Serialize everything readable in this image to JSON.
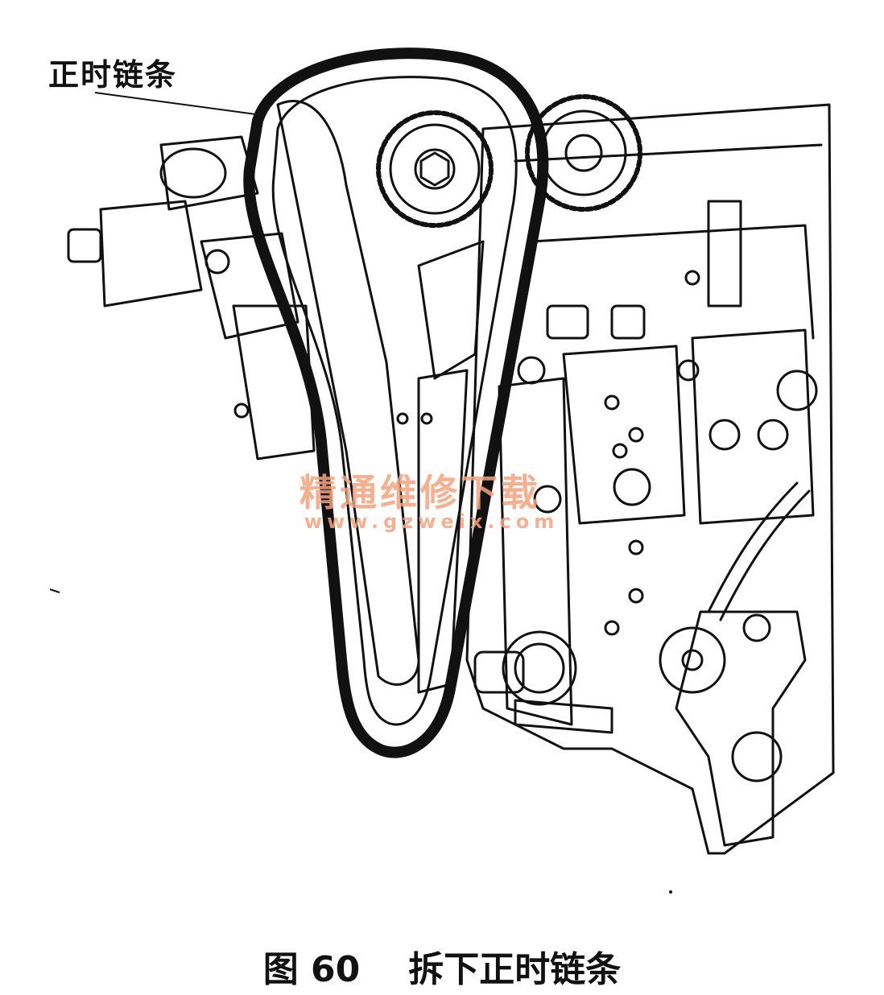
{
  "callout": {
    "label": "正时链条"
  },
  "watermark": {
    "line1": "精通维修下载",
    "line2": "www.gzweix.com"
  },
  "caption": {
    "figure": "图 60",
    "title": "拆下正时链条"
  },
  "colors": {
    "ink": "#111111",
    "watermark": "#f4a37c"
  }
}
